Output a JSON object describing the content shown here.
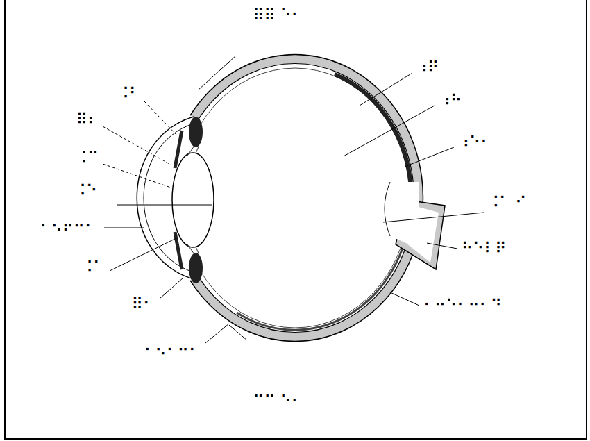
{
  "diagram": {
    "title": "⠿⠿ ⠑⠂",
    "caption": "⠒⠒ ⠢⠄",
    "labels": [
      "⠰⠟",
      "⠰⠓",
      "⠰⠑⠂",
      "⠨⠁ ⠊",
      "⠓⠑⠇⠟",
      "⠂⠒⠑⠂⠒⠂⠙",
      "⠨⠃",
      "⠿⠆",
      "⠨⠉",
      "⠨⠑",
      "⠂⠢⠖⠒⠂",
      "⠨⠁",
      "⠿⠂",
      "⠂⠢⠂⠒⠂"
    ]
  }
}
